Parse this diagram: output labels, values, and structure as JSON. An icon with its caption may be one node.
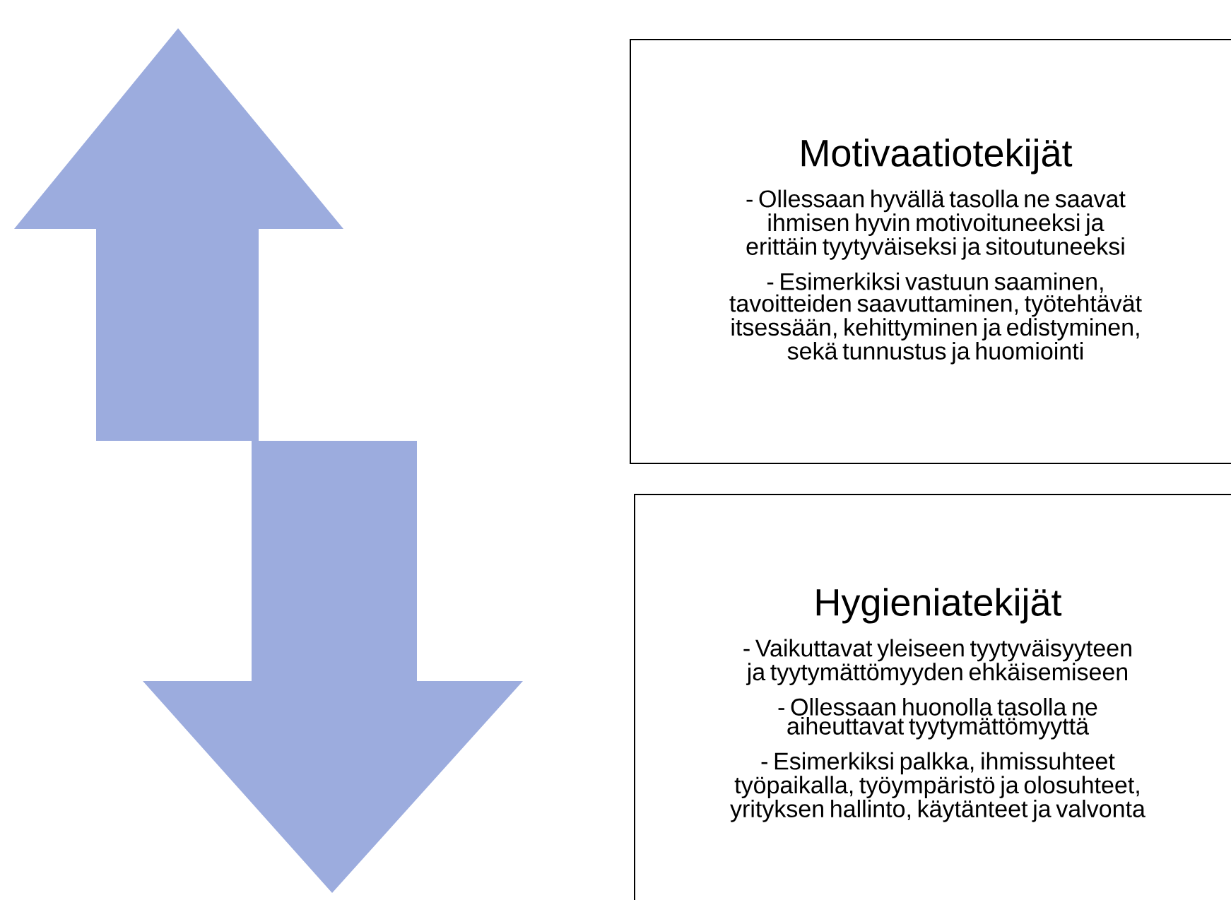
{
  "diagram": {
    "nodes": [
      {
        "text": [
          "Motivaatiotekijät",
          "- Ollessaan hyvällä tasolla ne saavat ihmisen hyvin motivoituneeksi ja erittäin tyytyväiseksi ja sitoutuneeksi",
          "- Esimerkiksi vastuun saaminen, tavoitteiden saavuttaminen, työtehtävät itsessään, kehittyminen ja edistyminen, sekä tunnustus ja huomiointi"
        ]
      },
      {
        "text": [
          "Hygieniatekijät",
          "- Vaikuttavat yleiseen tyytyväisyyteen ja tyytymättömyyden ehkäisemiseen",
          "- Ollessaan huonolla tasolla ne aiheuttavat tyytymättömyyttä",
          "- Esimerkiksi palkka, ihmissuhteet työpaikalla, työympäristö ja olosuhteet, yrityksen hallinto, käytänteet ja valvonta"
        ]
      }
    ]
  }
}
